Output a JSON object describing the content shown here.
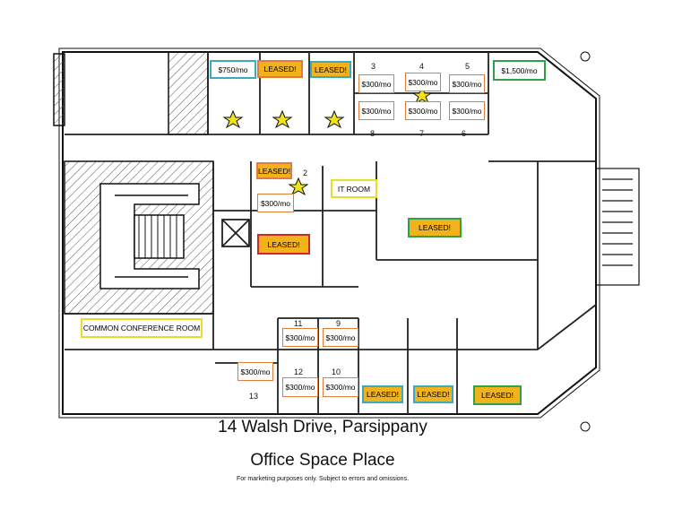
{
  "labels": {
    "price_750": "$750/mo",
    "price_1500": "$1,500/mo",
    "price_300": "$300/mo",
    "leased": "LEASED!",
    "it_room": "IT ROOM",
    "conference": "COMMON CONFERENCE ROOM"
  },
  "suites": {
    "n3": "3",
    "n4": "4",
    "n5": "5",
    "n8": "8",
    "n7": "7",
    "n6": "6",
    "n2": "2",
    "n11": "11",
    "n9": "9",
    "n12": "12",
    "n10": "10",
    "n13": "13"
  },
  "caption": {
    "address": "14 Walsh Drive, Parsippany",
    "title": "Office Space Place",
    "note": "For marketing purposes only.  Subject to errors and omissions."
  },
  "colors": {
    "leased_fill": "#f2b21c",
    "price_border": "#e07b39",
    "blue_border": "#39a9c4",
    "green_border": "#2da24a",
    "red_border": "#d2281e",
    "yellow_border": "#e8dd2a"
  }
}
